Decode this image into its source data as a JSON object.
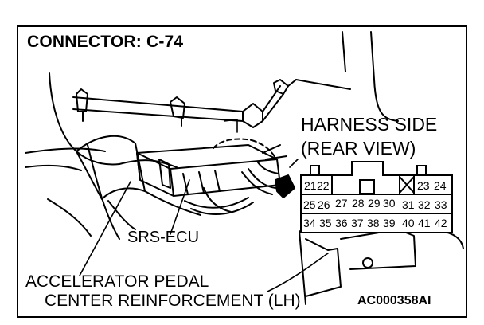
{
  "title": "CONNECTOR: C-74",
  "harness_side": {
    "line1": "HARNESS SIDE",
    "line2": "(REAR VIEW)"
  },
  "labels": {
    "srs_ecu": "SRS-ECU",
    "accelerator_line1": "ACCELERATOR PEDAL",
    "accelerator_line2": "CENTER REINFORCEMENT (LH)"
  },
  "figure_code": "AC000358AI",
  "connector_pins": {
    "row1": [
      "21",
      "22",
      "23",
      "24"
    ],
    "row2": [
      "25",
      "26",
      "27",
      "28",
      "29",
      "30",
      "31",
      "32",
      "33"
    ],
    "row3": [
      "34",
      "35",
      "36",
      "37",
      "38",
      "39",
      "40",
      "41",
      "42"
    ]
  }
}
